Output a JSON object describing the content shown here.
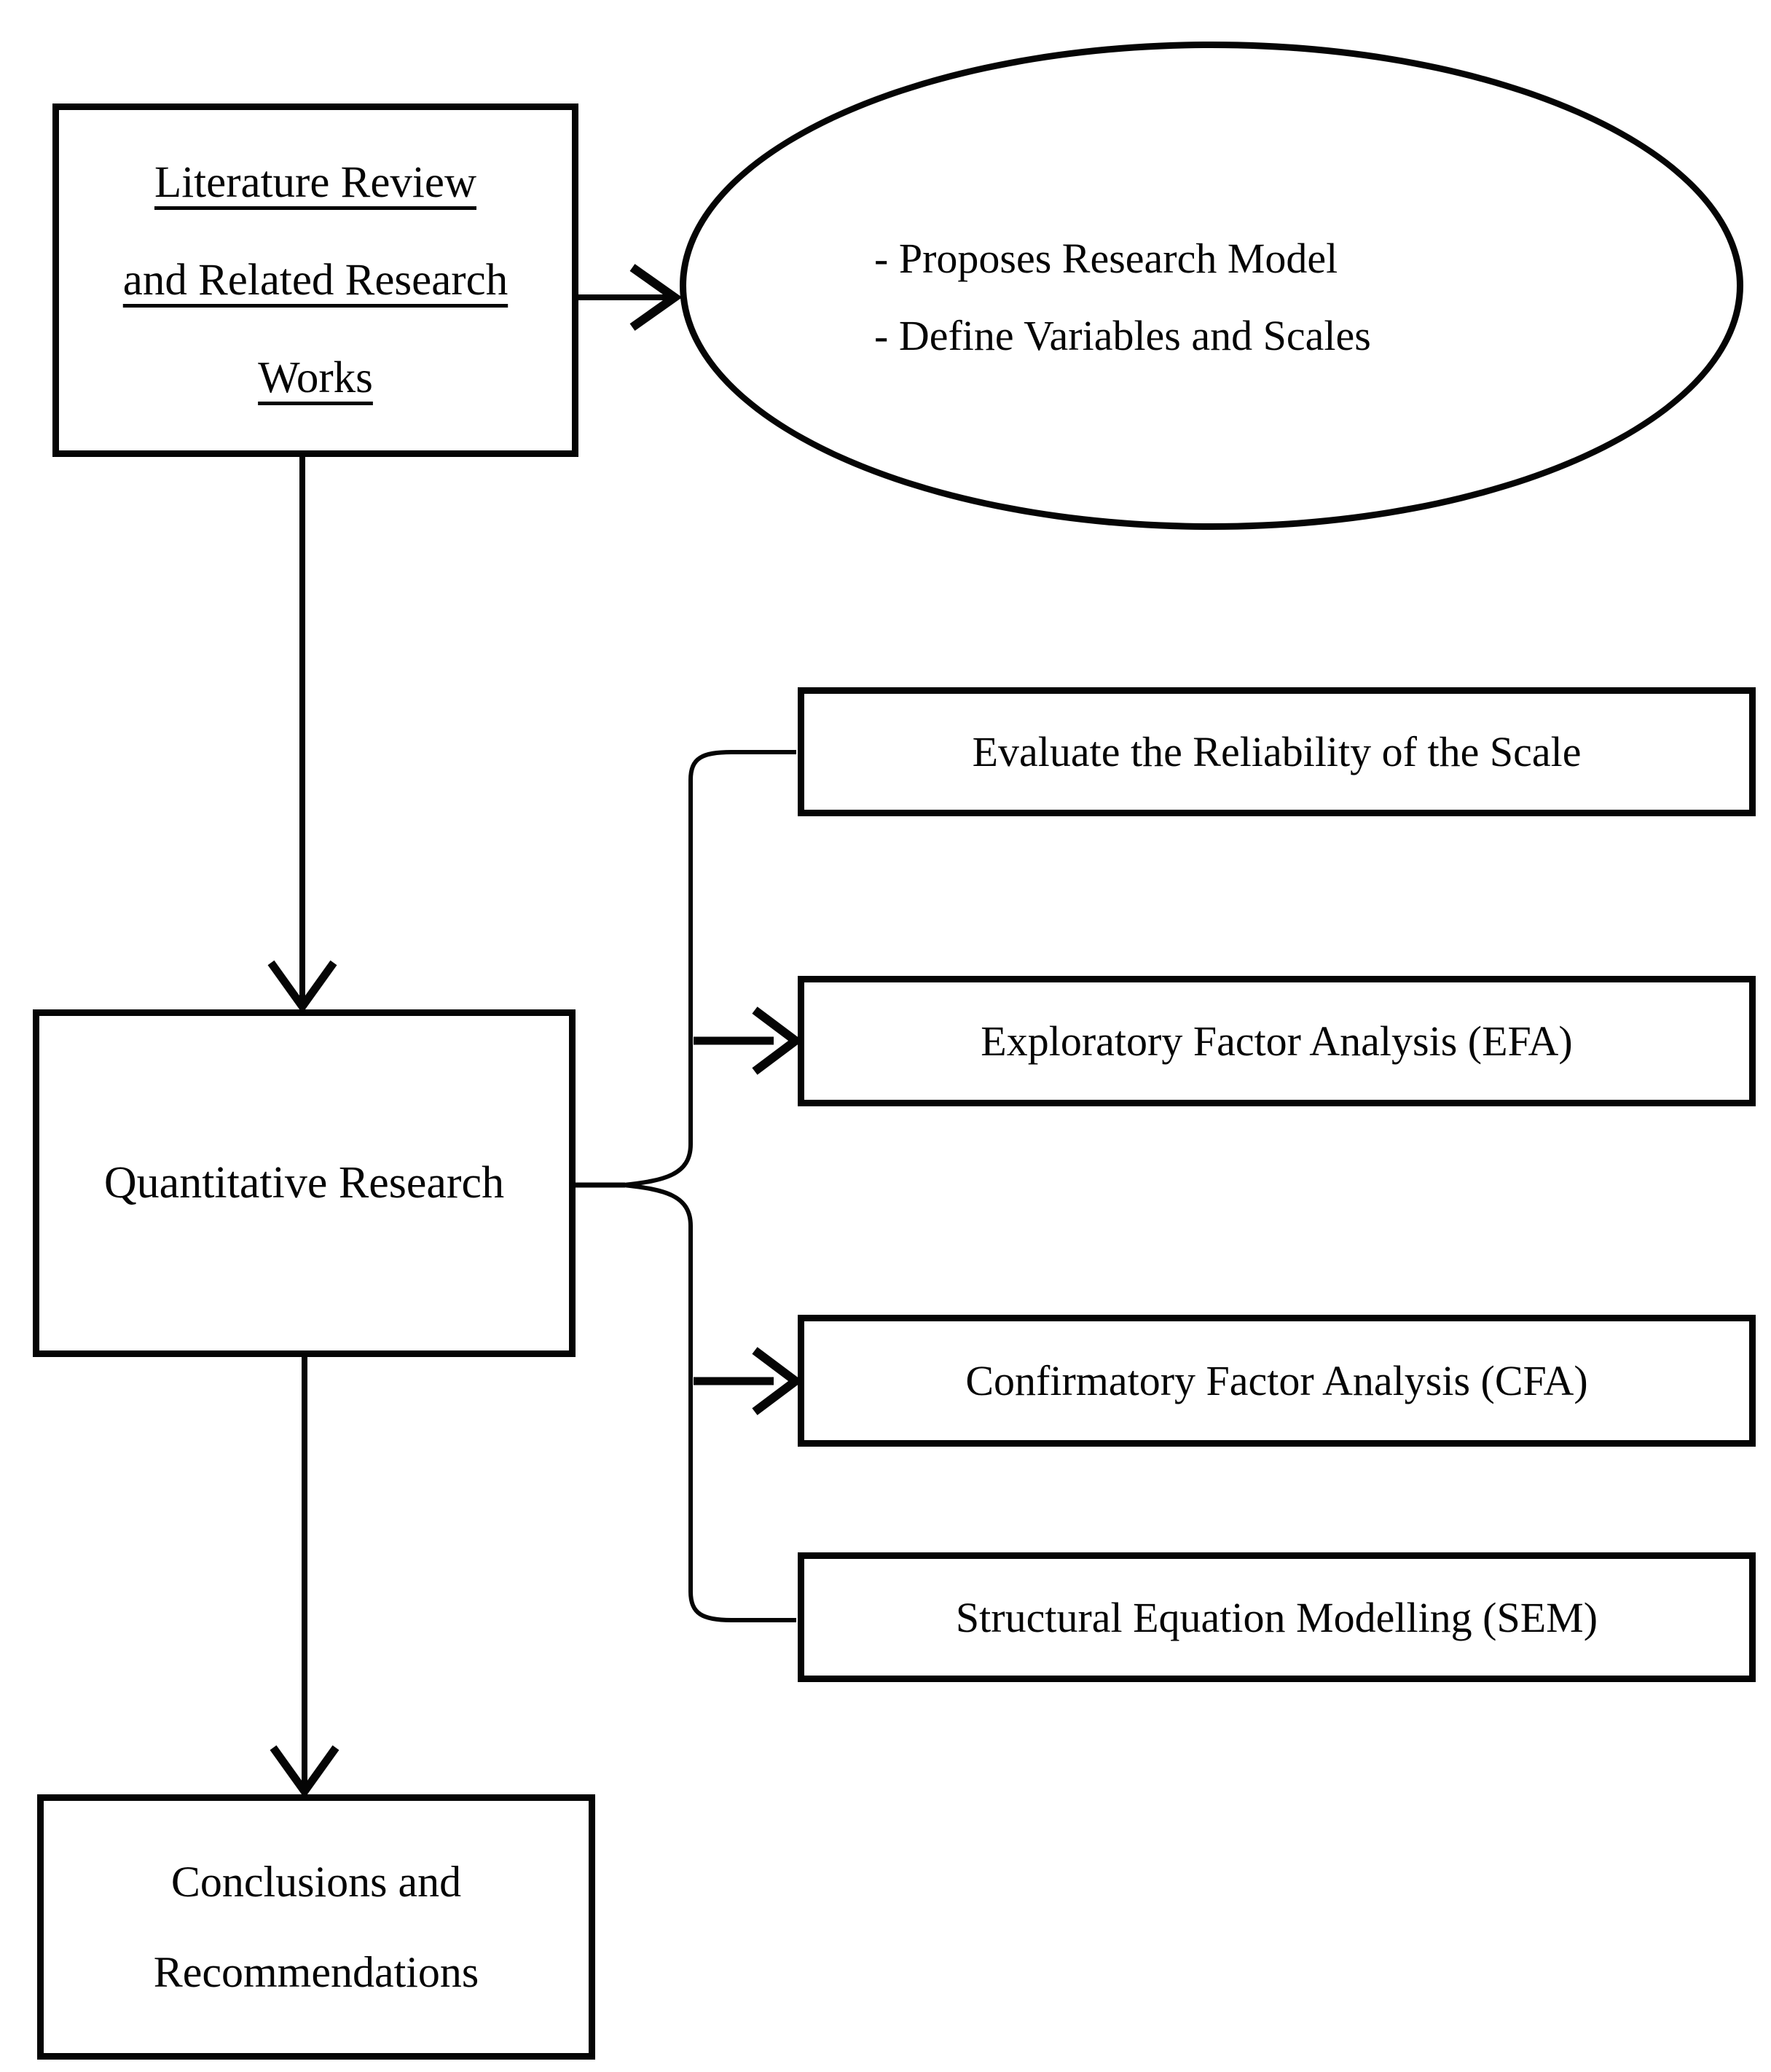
{
  "figure": {
    "background_color": "#ffffff",
    "line_color": "#050505"
  },
  "nodes": {
    "literature": {
      "lines": [
        "Literature Review",
        "and Related Research",
        "Works"
      ]
    },
    "ellipse_notes": {
      "lines": [
        "- Proposes Research Model",
        "- Define Variables and Scales"
      ]
    },
    "quantitative": {
      "label": "Quantitative Research"
    },
    "evaluate": {
      "label": "Evaluate the Reliability of the Scale"
    },
    "efa": {
      "label": "Exploratory Factor Analysis (EFA)"
    },
    "cfa": {
      "label": "Confirmatory Factor Analysis (CFA)"
    },
    "sem": {
      "label": "Structural Equation Modelling (SEM)"
    },
    "conclusions": {
      "lines": [
        "Conclusions and",
        "Recommendations"
      ]
    }
  }
}
